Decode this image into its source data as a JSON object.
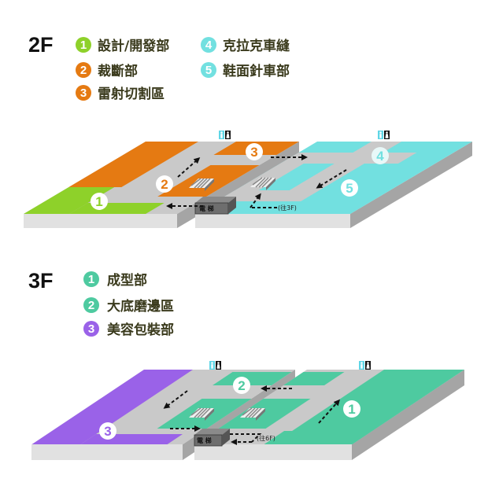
{
  "colors": {
    "green": "#8ed12a",
    "orange": "#e57a12",
    "cyan": "#72e0e0",
    "teal": "#4ecaa0",
    "purple": "#9a62e8",
    "floor": "#c9c9c9",
    "front": "#e1e1e1",
    "side": "#a5a5a5",
    "text": "#3a3a1c"
  },
  "floor2": {
    "label": "2F",
    "legend": [
      {
        "num": "1",
        "name": "設計/開發部",
        "color": "#8ed12a"
      },
      {
        "num": "2",
        "name": "裁斷部",
        "color": "#e57a12"
      },
      {
        "num": "3",
        "name": "雷射切割區",
        "color": "#e57a12"
      },
      {
        "num": "4",
        "name": "克拉克車縫",
        "color": "#72e0e0"
      },
      {
        "num": "5",
        "name": "鞋面針車部",
        "color": "#72e0e0"
      }
    ],
    "elevator": "電 梯",
    "stairs_note": "(往3F)"
  },
  "floor3": {
    "label": "3F",
    "legend": [
      {
        "num": "1",
        "name": "成型部",
        "color": "#4ecaa0"
      },
      {
        "num": "2",
        "name": "大底磨邊區",
        "color": "#4ecaa0"
      },
      {
        "num": "3",
        "name": "美容包裝部",
        "color": "#9a62e8"
      }
    ],
    "elevator": "電 梯",
    "stairs_note": "(往6F)"
  },
  "icons": [
    "restroom-icon",
    "stairs-icon",
    "elevator-icon",
    "arrow-icon"
  ]
}
